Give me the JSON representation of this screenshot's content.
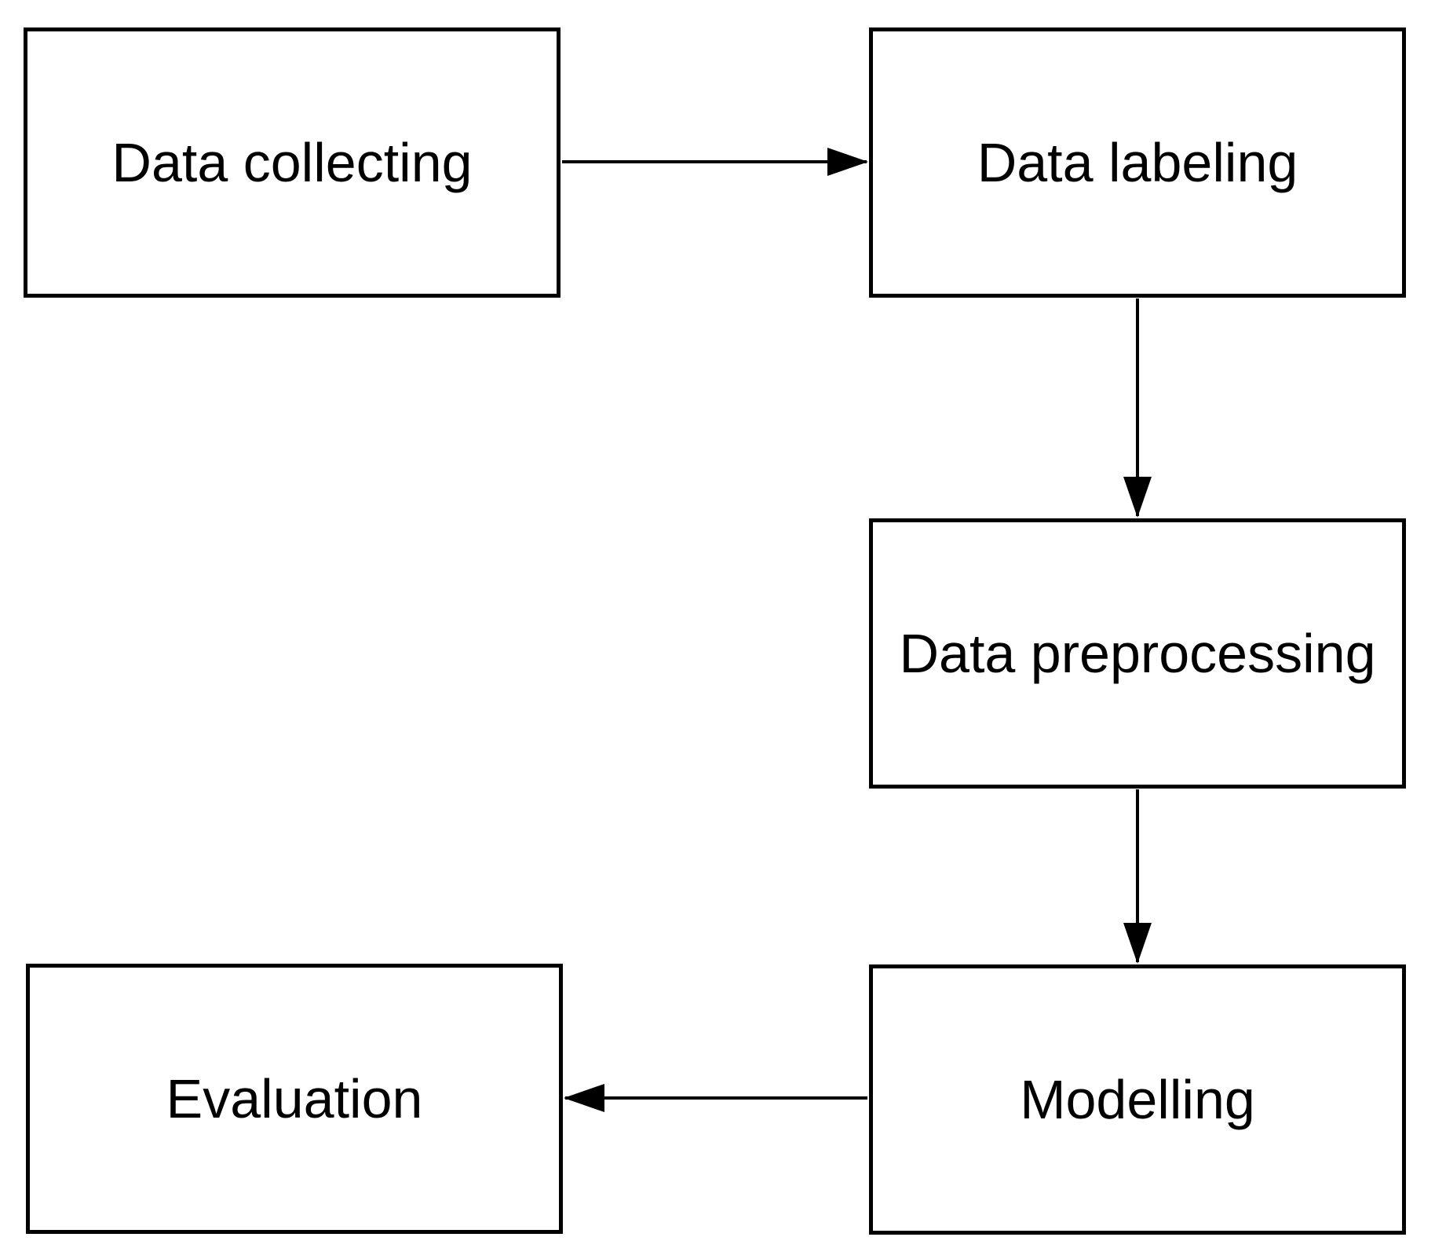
{
  "diagram": {
    "type": "flowchart",
    "nodes": [
      {
        "id": "data-collecting",
        "label": "Data collecting"
      },
      {
        "id": "data-labeling",
        "label": "Data labeling"
      },
      {
        "id": "data-preprocessing",
        "label": "Data preprocessing"
      },
      {
        "id": "modelling",
        "label": "Modelling"
      },
      {
        "id": "evaluation",
        "label": "Evaluation"
      }
    ],
    "edges": [
      {
        "from": "data-collecting",
        "to": "data-labeling",
        "direction": "right"
      },
      {
        "from": "data-labeling",
        "to": "data-preprocessing",
        "direction": "down"
      },
      {
        "from": "data-preprocessing",
        "to": "modelling",
        "direction": "down"
      },
      {
        "from": "modelling",
        "to": "evaluation",
        "direction": "left"
      }
    ],
    "colors": {
      "background": "#ffffff",
      "box_fill": "#ffffff",
      "box_border": "#000000",
      "text": "#000000",
      "arrow": "#000000"
    }
  }
}
